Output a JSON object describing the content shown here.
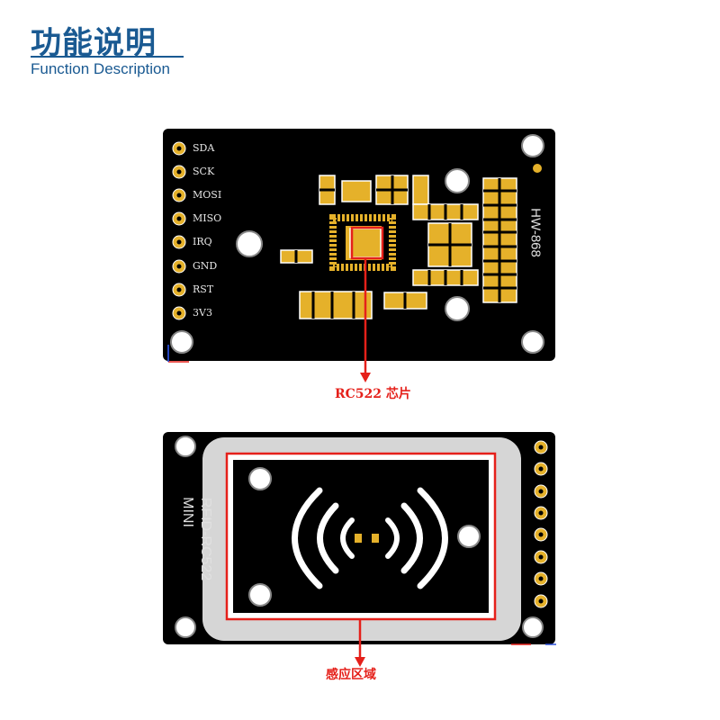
{
  "header": {
    "title": "功能说明",
    "subtitle": "Function Description"
  },
  "top_board": {
    "pins": [
      "SDA",
      "SCK",
      "MOSI",
      "MISO",
      "IRQ",
      "GND",
      "RST",
      "3V3"
    ],
    "model_label": "HW-868",
    "callout": "RC522 芯片"
  },
  "bottom_board": {
    "silkscreen_line1": "MINI",
    "silkscreen_line2": "RFID-RC522",
    "callout": "感应区域"
  },
  "colors": {
    "title": "#1a5a92",
    "board": "#000000",
    "pad_gold": "#e5b12a",
    "highlight_red": "#e5201a",
    "antenna_white": "#ffffff"
  },
  "icons": [
    "contactless-wave-icon",
    "arrow-down-icon"
  ]
}
